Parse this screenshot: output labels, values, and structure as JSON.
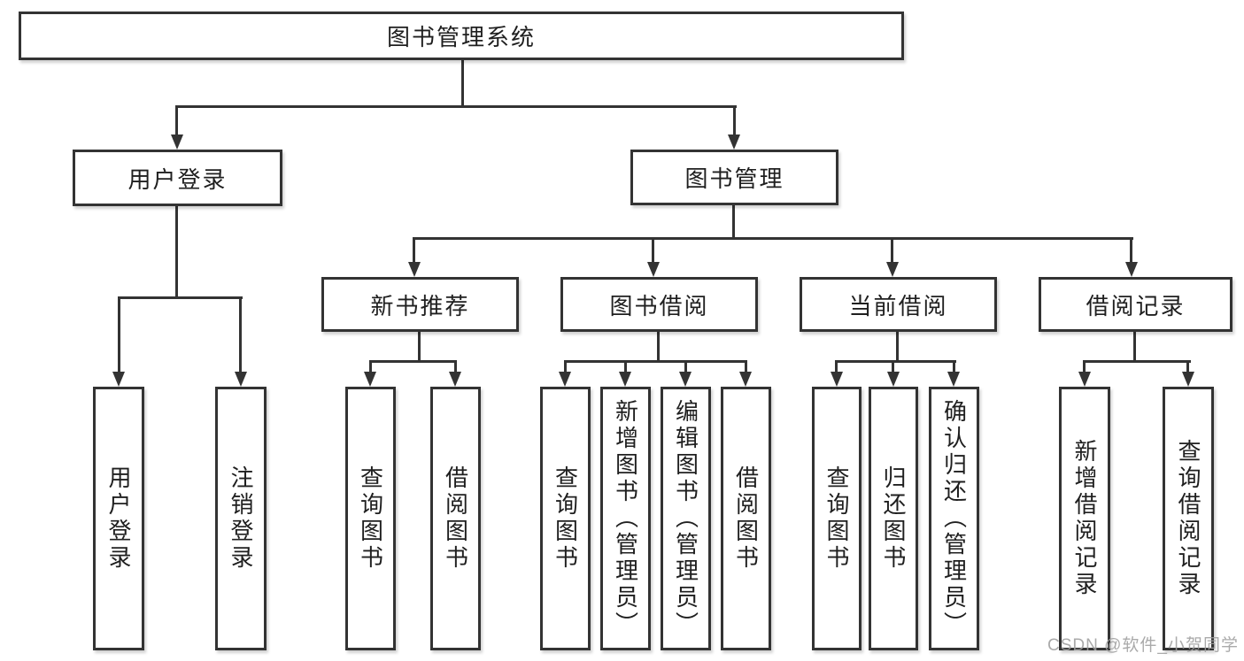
{
  "diagram": {
    "type": "tree",
    "root": {
      "label": "图书管理系统"
    },
    "level2": {
      "user_login": {
        "label": "用户登录"
      },
      "book_management": {
        "label": "图书管理"
      }
    },
    "level3": {
      "new_books": {
        "label": "新书推荐",
        "parent": "图书管理"
      },
      "book_borrow": {
        "label": "图书借阅",
        "parent": "图书管理"
      },
      "current_borrow": {
        "label": "当前借阅",
        "parent": "图书管理"
      },
      "borrow_records": {
        "label": "借阅记录",
        "parent": "图书管理"
      }
    },
    "leaves": {
      "user_login": [
        {
          "label": "用户登录"
        },
        {
          "label": "注销登录"
        }
      ],
      "new_books": [
        {
          "label": "查询图书"
        },
        {
          "label": "借阅图书"
        }
      ],
      "book_borrow": [
        {
          "label": "查询图书"
        },
        {
          "label": "新增图书（管理员）"
        },
        {
          "label": "编辑图书（管理员）"
        },
        {
          "label": "借阅图书"
        }
      ],
      "current_borrow": [
        {
          "label": "查询图书"
        },
        {
          "label": "归还图书"
        },
        {
          "label": "确认归还（管理员）"
        }
      ],
      "borrow_records": [
        {
          "label": "新增借阅记录"
        },
        {
          "label": "查询借阅记录"
        }
      ]
    },
    "colors": {
      "line": "#333333",
      "text": "#1f1f1f",
      "background": "#ffffff",
      "watermark": "#9e9e9e"
    }
  },
  "watermark": {
    "text": "CSDN @软件_小贺同学"
  }
}
